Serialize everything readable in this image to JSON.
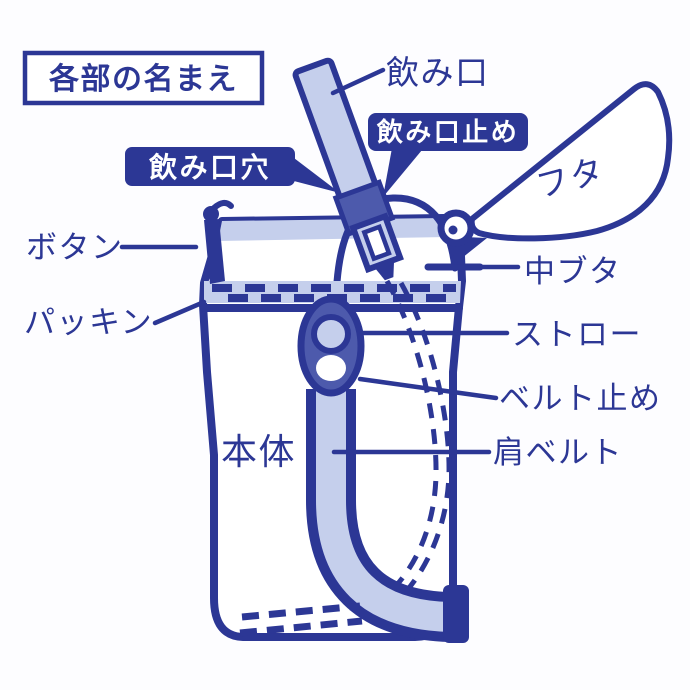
{
  "diagram": {
    "type": "labeled-parts-diagram",
    "subject": "straw drink bottle with shoulder belt",
    "title": "各部の名まえ"
  },
  "labels": {
    "nomikuchi": "飲み口",
    "nomikuchi_dome": "飲み口止め",
    "nomikuchi_ana": "飲み口穴",
    "futa": "フタ",
    "botan": "ボタン",
    "nakabuta": "中ブタ",
    "pakkin": "パッキン",
    "sutoro": "ストロー",
    "beruto_dome": "ベルト止め",
    "hontai": "本体",
    "kata_beruto": "肩ベルト"
  },
  "colors": {
    "ink_blue": "#2c3795",
    "light_blue_fill": "#c5cfec",
    "medium_blue_fill": "#4d5aac",
    "paper": "#fdfdff",
    "callout_text": "#ffffff"
  }
}
